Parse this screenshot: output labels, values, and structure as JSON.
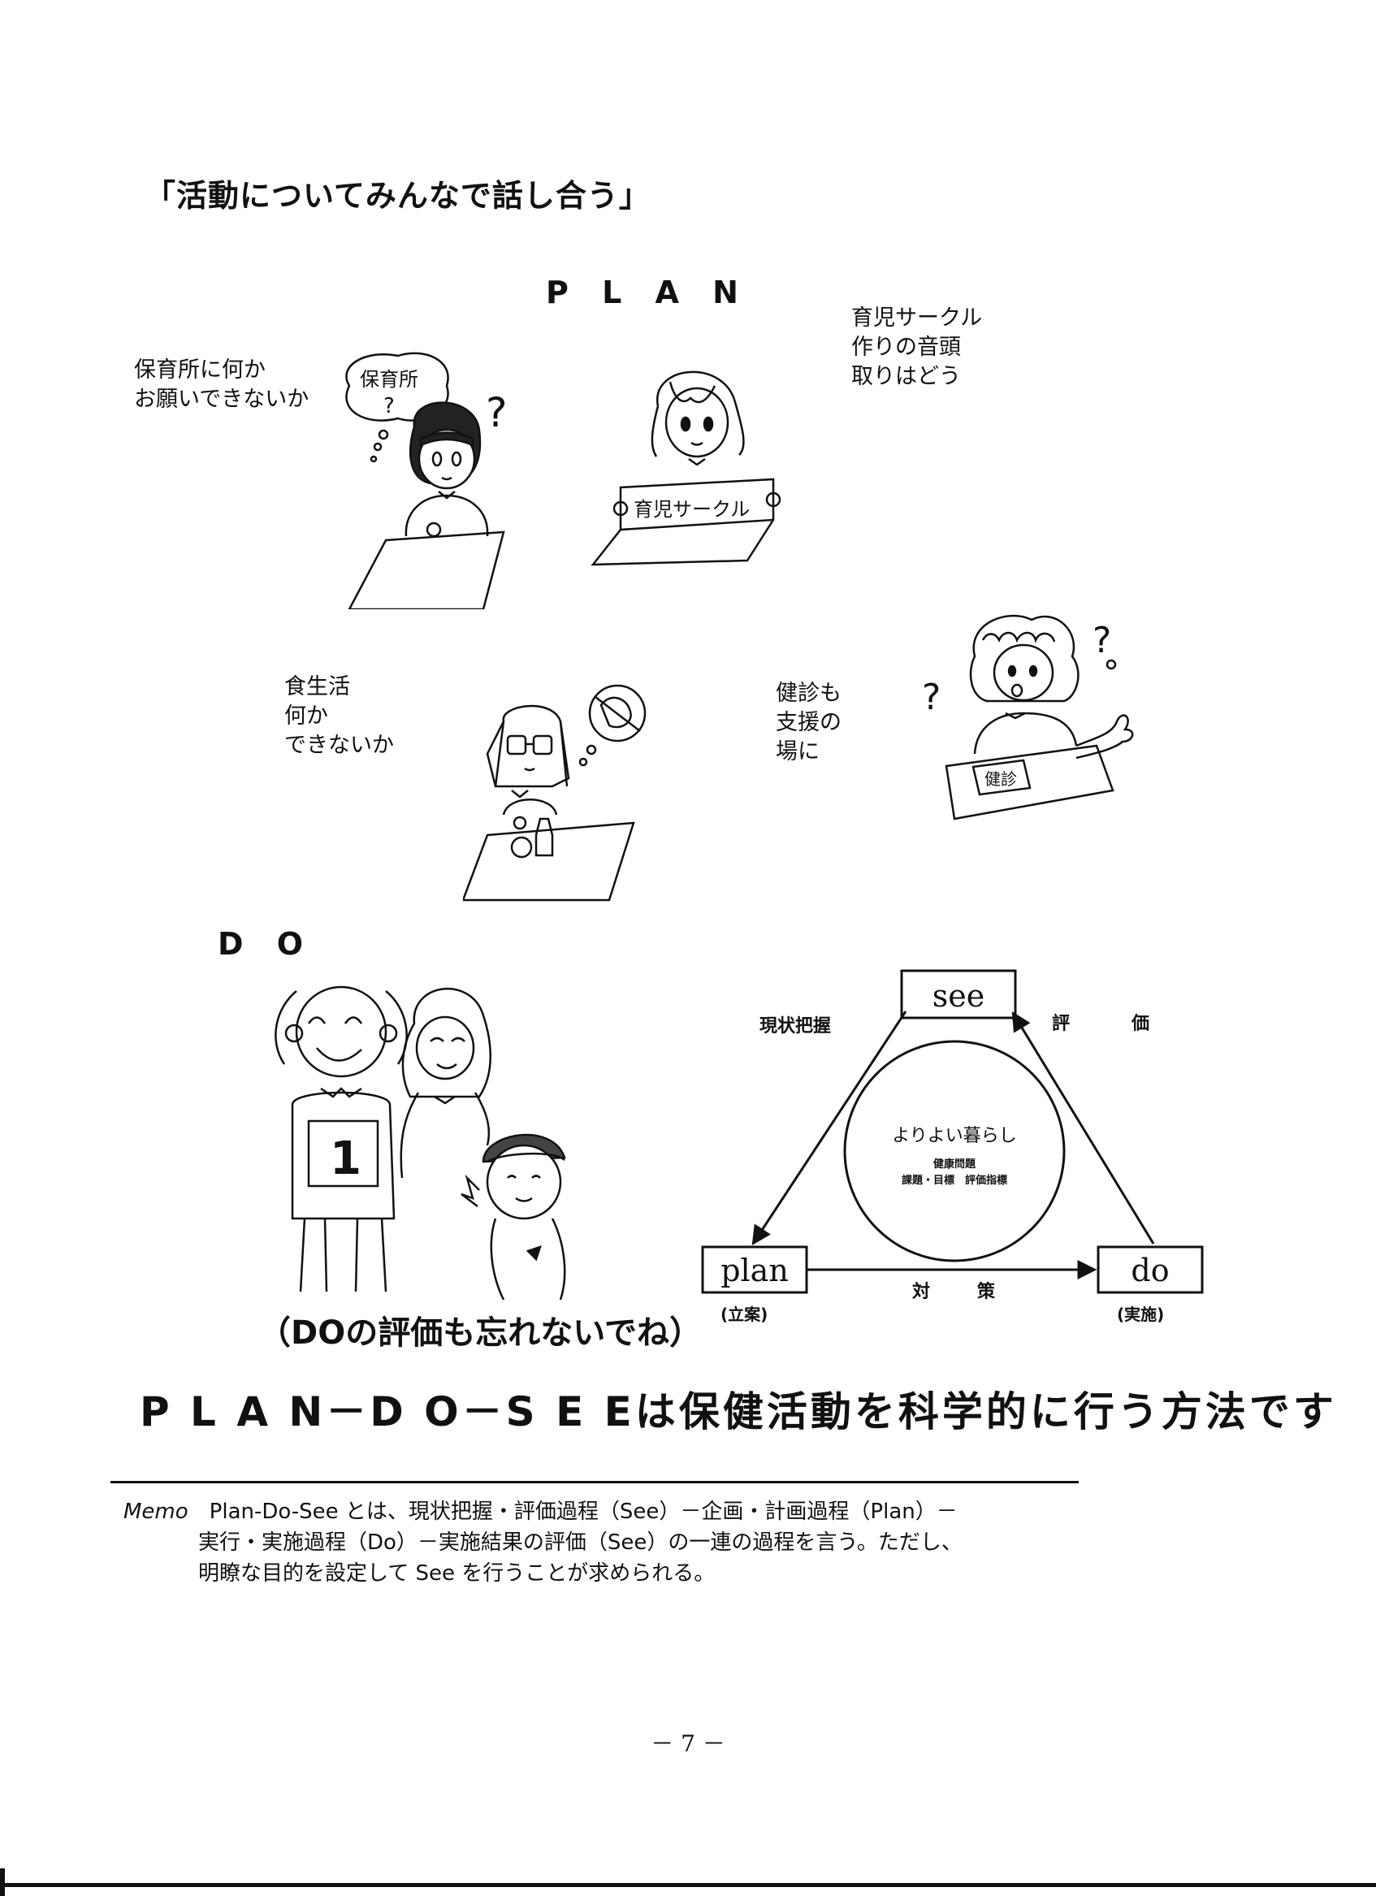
{
  "title": "「活動についてみんなで話し合う」",
  "plan": {
    "heading": "P L A N",
    "speech_1": "保育所に何か\nお願いできないか",
    "bubble_1": "保育所",
    "speech_2": "育児サークル\n作りの音頭\n取りはどう",
    "sign_2": "育児サークル",
    "speech_3": "食生活\n何か\nできないか",
    "speech_4": "健診も\n支援の\n場に",
    "paper_4": "健診"
  },
  "do": {
    "heading": "D O",
    "sign_number": "1",
    "caption": "（DOの評価も忘れないでね）"
  },
  "cycle": {
    "see_label": "see",
    "plan_label": "plan",
    "do_label": "do",
    "plan_sub": "(立案)",
    "do_sub": "(実施)",
    "left_label": "現状把握",
    "right_label_1": "評",
    "right_label_2": "価",
    "bottom_label_1": "対",
    "bottom_label_2": "策",
    "center_title": "よりよい暮らし",
    "center_line_1": "健康問題",
    "center_line_2": "課題・目標　評価指標"
  },
  "conclusion": "P L A N－D O－S E Eは保健活動を科学的に行う方法です",
  "memo": {
    "key": "Memo",
    "line_1": "Plan-Do-See とは、現状把握・評価過程（See）－企画・計画過程（Plan）－",
    "line_2": "実行・実施過程（Do）－実施結果の評価（See）の一連の過程を言う。ただし、",
    "line_3": "明瞭な目的を設定して See を行うことが求められる。"
  },
  "page_number": "－ 7 －"
}
